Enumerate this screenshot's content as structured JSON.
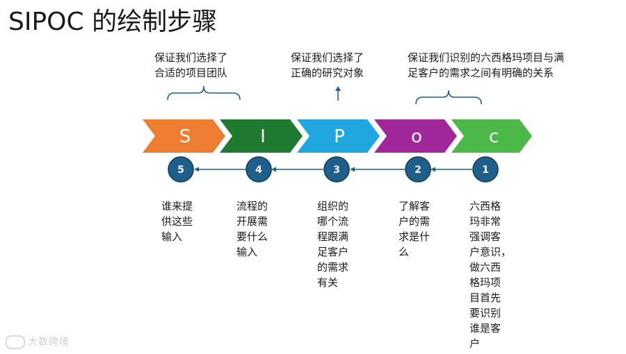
{
  "title": "SIPOC 的绘制步骤",
  "notes": [
    {
      "text": "保证我们选择了\n合适的项目团队"
    },
    {
      "text": "保证我们选择了\n正确的研究对象"
    },
    {
      "text": "保证我们识别的六西格玛项目与满\n足客户的需求之间有明确的关系"
    }
  ],
  "chevrons": [
    {
      "letter": "S",
      "color": "#ed7d31"
    },
    {
      "letter": "I",
      "color": "#1e7a2e"
    },
    {
      "letter": "P",
      "color": "#20a7df"
    },
    {
      "letter": "o",
      "color": "#a0279a"
    },
    {
      "letter": "c",
      "color": "#4cb848"
    }
  ],
  "steps": [
    {
      "number": "5",
      "text": "谁来提\n供这些\n输入"
    },
    {
      "number": "4",
      "text": "流程的\n开展需\n要什么\n输入"
    },
    {
      "number": "3",
      "text": "组织的\n哪个流\n程跟满\n足客户\n的需求\n有关"
    },
    {
      "number": "2",
      "text": "了解客\n户的需\n求是什\n么"
    },
    {
      "number": "1",
      "text": "六西格\n玛非常\n强调客\n户意识，\n做六西\n格玛项\n目首先\n要识别\n谁是客\n户"
    }
  ],
  "circle_color": "#1f5f8b",
  "connector_color": "#1f5f8b",
  "watermark": "大数跨境"
}
